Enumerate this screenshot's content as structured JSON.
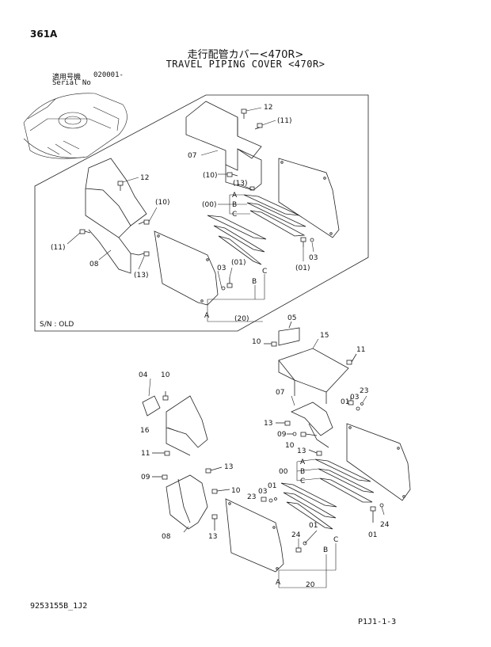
{
  "header": {
    "page_code": "361A",
    "title_jp": "走行配管カバー<470R>",
    "title_en": "TRAVEL PIPING COVER <470R>",
    "serial_label_jp": "適用号機",
    "serial_value": "020001-",
    "serial_label_en": "Serial No"
  },
  "old_section": {
    "label": "S/N : OLD",
    "callouts": {
      "c12a": "12",
      "c11a": "(11)",
      "c07": "07",
      "c10a": "(10)",
      "c13a": "(13)",
      "c12b": "12",
      "c00": "(00)",
      "cA1": "A",
      "cB1": "B",
      "cC1": "C",
      "c10b": "(10)",
      "c11b": "(11)",
      "c08": "08",
      "c13b": "(13)",
      "c03a": "03",
      "c01a": "(01)",
      "c03b": "03",
      "c01b": "(01)",
      "cB2": "B",
      "cC2": "C",
      "cA2": "A",
      "c20": "(20)"
    }
  },
  "new_section": {
    "callouts": {
      "n05": "05",
      "n10a": "10",
      "n15": "15",
      "n11a": "11",
      "n04": "04",
      "n10b": "10",
      "n07": "07",
      "n23a": "23",
      "n01a": "01",
      "n03a": "03",
      "n16": "16",
      "n13a": "13",
      "n09a": "09",
      "n10c": "10",
      "n13b": "13",
      "n11b": "11",
      "n13c": "13",
      "n09b": "09",
      "n10d": "10",
      "n00": "00",
      "nA1": "A",
      "nB1": "B",
      "nC1": "C",
      "n23b": "23",
      "n03b": "03",
      "n01b": "01",
      "n24a": "24",
      "n01c": "01",
      "n08": "08",
      "n13d": "13",
      "n01d": "01",
      "n24b": "24",
      "nB2": "B",
      "nC2": "C",
      "nA2": "A",
      "n20": "20"
    }
  },
  "footer": {
    "drawing_no": "9253155B_1J2",
    "page_ref": "P1J1-1-3"
  }
}
